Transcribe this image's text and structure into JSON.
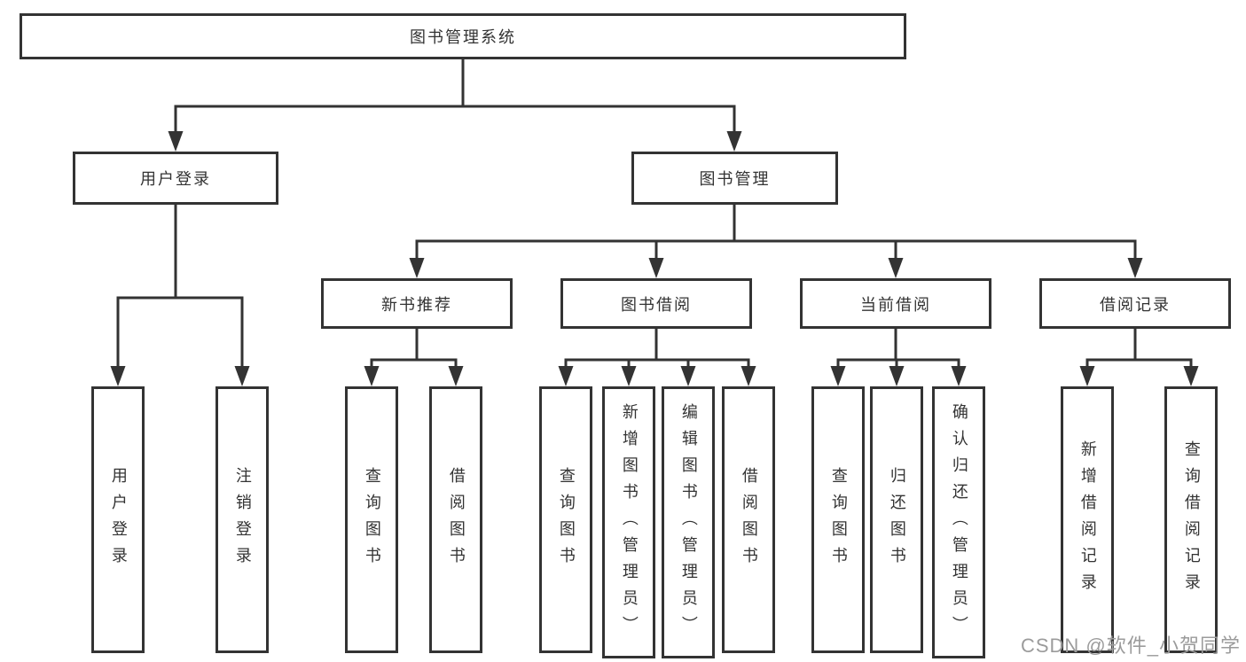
{
  "tree": {
    "root": {
      "label": "图书管理系统",
      "children": [
        {
          "label": "用户登录",
          "children": [
            {
              "label": "用户登录"
            },
            {
              "label": "注销登录"
            }
          ]
        },
        {
          "label": "图书管理",
          "children": [
            {
              "label": "新书推荐",
              "children": [
                {
                  "label": "查询图书"
                },
                {
                  "label": "借阅图书"
                }
              ]
            },
            {
              "label": "图书借阅",
              "children": [
                {
                  "label": "查询图书"
                },
                {
                  "label": "新增图书（管理员）"
                },
                {
                  "label": "编辑图书（管理员）"
                },
                {
                  "label": "借阅图书"
                }
              ]
            },
            {
              "label": "当前借阅",
              "children": [
                {
                  "label": "查询图书"
                },
                {
                  "label": "归还图书"
                },
                {
                  "label": "确认归还（管理员）"
                }
              ]
            },
            {
              "label": "借阅记录",
              "children": [
                {
                  "label": "新增借阅记录"
                },
                {
                  "label": "查询借阅记录"
                }
              ]
            }
          ]
        }
      ]
    }
  },
  "watermark": "CSDN @软件_小贺同学",
  "colors": {
    "line": "#333333",
    "text": "#333333",
    "background": "#ffffff",
    "watermark": "#9b9b9b"
  }
}
